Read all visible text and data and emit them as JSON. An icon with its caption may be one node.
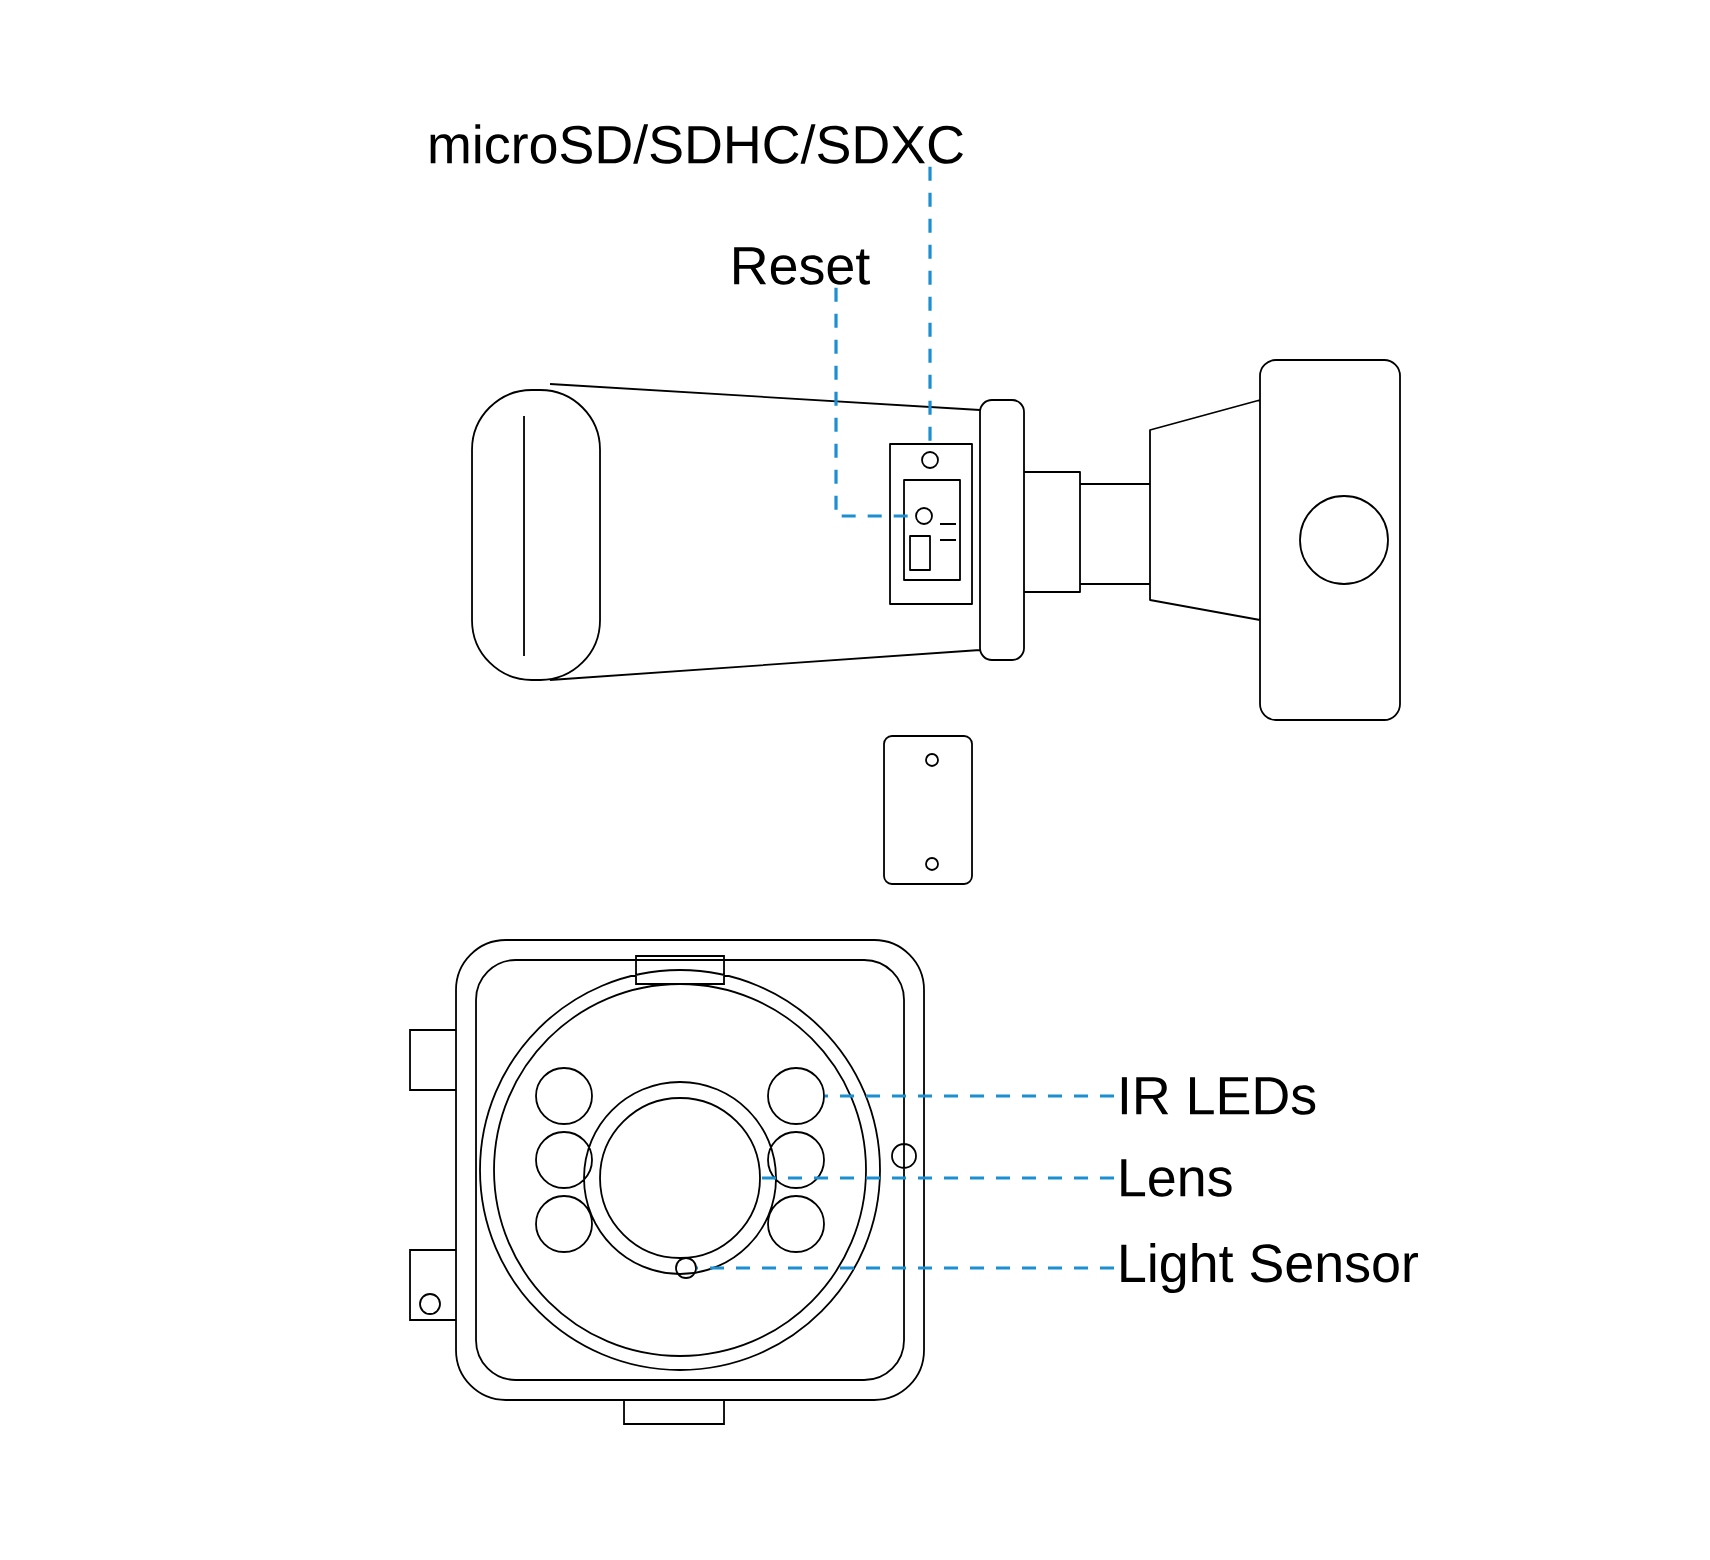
{
  "diagram": {
    "nodes": [
      {
        "text": [
          "microSD/SDHC/SDXC"
        ]
      },
      {
        "text": [
          "Reset"
        ]
      },
      {
        "text": [
          "IR LEDs"
        ]
      },
      {
        "text": [
          "Lens"
        ]
      },
      {
        "text": [
          "Light Sensor"
        ]
      },
      {
        "text": [],
        "shape": "circle"
      },
      {
        "text": [],
        "shape": "circle"
      },
      {
        "text": [],
        "shape": "circle"
      },
      {
        "text": [],
        "shape": "circle"
      },
      {
        "text": [],
        "shape": "circle"
      }
    ],
    "edges": [
      {
        "from": 0,
        "to": 5,
        "arrow": "none",
        "style": "dashed"
      },
      {
        "from": 1,
        "to": 6,
        "arrow": "none",
        "style": "dashed"
      },
      {
        "from": 2,
        "to": 7,
        "arrow": "none",
        "style": "dashed"
      },
      {
        "from": 3,
        "to": 8,
        "arrow": "none",
        "style": "dashed"
      },
      {
        "from": 4,
        "to": 9,
        "arrow": "none",
        "style": "dashed"
      }
    ]
  }
}
